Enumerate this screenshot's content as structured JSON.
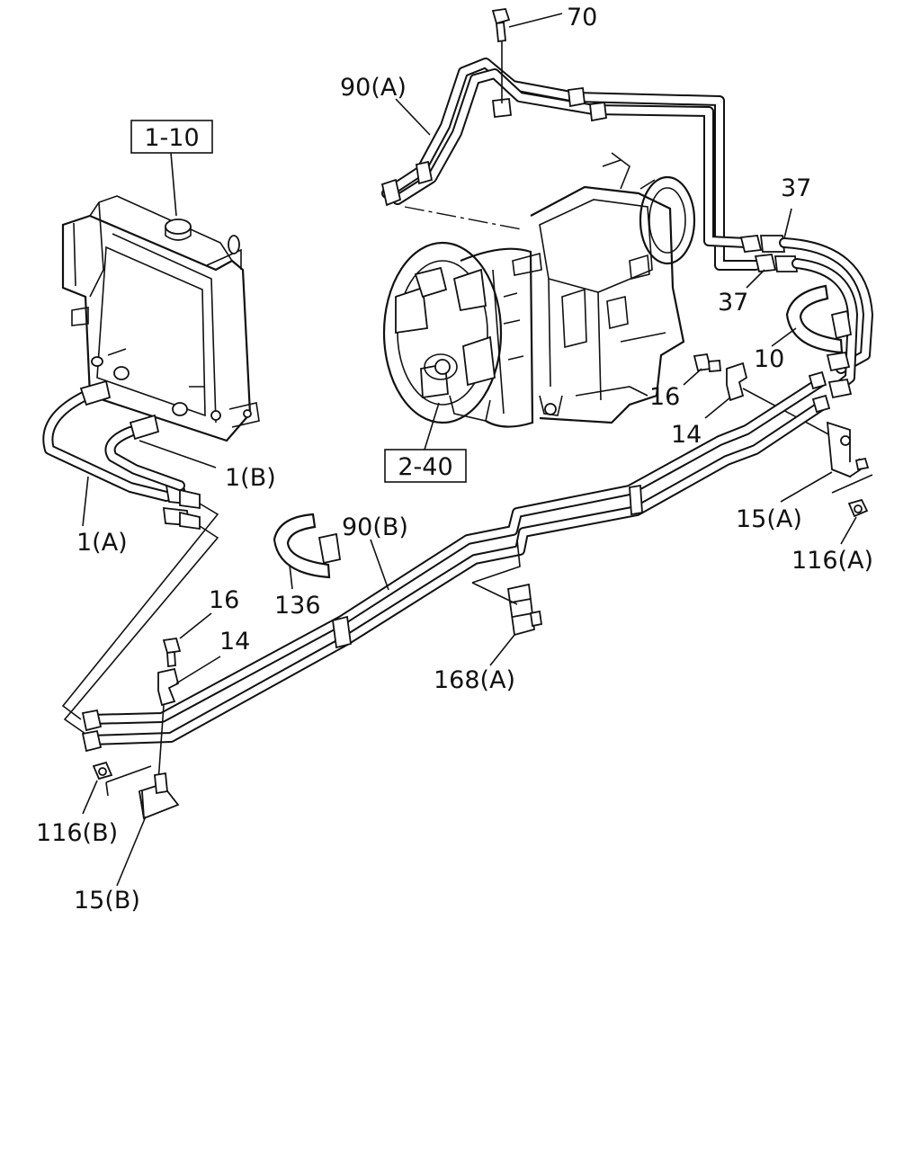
{
  "reference_boxes": {
    "radiator_ref": "1-10",
    "transmission_ref": "2-40"
  },
  "callouts": {
    "bolt_top": "70",
    "pipe_upper": "90(A)",
    "pipe_lower": "90(B)",
    "hose_connector_upper": "37",
    "hose_connector_lower": "37",
    "band_right": "10",
    "bolt_right": "16",
    "clip_right": "14",
    "hose_lower": "1(A)",
    "hose_upper": "1(B)",
    "bracket_right": "15(A)",
    "nut_right": "116(A)",
    "band_left": "136",
    "bolt_left": "16",
    "clip_left": "14",
    "clamp_center": "168(A)",
    "nut_left": "116(B)",
    "bracket_left": "15(B)"
  }
}
